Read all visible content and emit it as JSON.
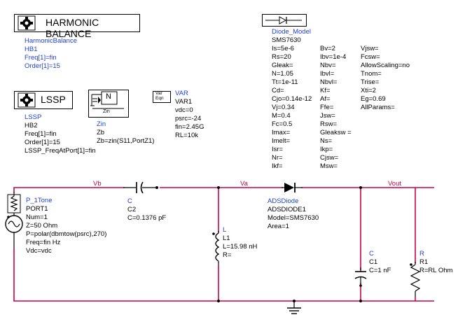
{
  "hb": {
    "title": "HARMONIC BALANCE",
    "name": "HarmonicBalance",
    "lines": [
      "HB1",
      "Freq[1]=fin",
      "Order[1]=15"
    ]
  },
  "lssp": {
    "title": "LSSP",
    "name": "LSSP",
    "lines": [
      "HB2",
      "Freq[1]=fin",
      "Order[1]=15",
      "LSSP_FreqAtPort[1]=fin"
    ]
  },
  "zin": {
    "icon_letter": "N",
    "icon_label": "Zin",
    "name": "Zin",
    "lines": [
      "Zb",
      "Zb=zin(S11,PortZ1)"
    ]
  },
  "var": {
    "icon_top": "Var",
    "icon_bot": "Eqn",
    "name": "VAR",
    "lines": [
      "VAR1",
      "vdc=0",
      "psrc=-24",
      "fin=2.45G",
      "RL=10k"
    ]
  },
  "diode_model": {
    "name": "Diode_Model",
    "col1": [
      "SMS7630",
      "Is=5e-6",
      "Rs=20",
      "Gleak=",
      "N=1.05",
      "Tt=1e-11",
      "Cd=",
      "Cjo=0.14e-12",
      "Vj=0.34",
      "M=0.4",
      "Fc=0.5",
      "Imax=",
      "Imelt=",
      "Isr=",
      "Nr=",
      "Ikf="
    ],
    "col2": [
      "Bv=2",
      "Ibv=1e-4",
      "Nbv=",
      "Ibvl=",
      "Nbvl=",
      "Kf=",
      "Af=",
      "Ffe=",
      "Jsw=",
      "Rsw=",
      "Gleaksw =",
      "Ns=",
      "Ikp=",
      "Cjsw=",
      "Msw="
    ],
    "col3": [
      "Vjsw=",
      "Fcsw=",
      "AllowScaling=no",
      "Tnom=",
      "Trise=",
      "Xti=2",
      "Eg=0.69",
      "AllParams="
    ]
  },
  "nets": {
    "vb": "Vb",
    "va": "Va",
    "vout": "Vout"
  },
  "port": {
    "name": "P_1Tone",
    "lines": [
      "PORT1",
      "Num=1",
      "Z=50 Ohm",
      "P=polar(dbmtow(psrc),270)",
      "Freq=fin Hz",
      "Vdc=vdc"
    ]
  },
  "c2": {
    "name": "C",
    "lines": [
      "C2",
      "C=0.1376 pF"
    ]
  },
  "l1": {
    "name": "L",
    "lines": [
      "L1",
      "L=15.98 nH",
      "R="
    ]
  },
  "diode": {
    "name": "ADSDiode",
    "lines": [
      "ADSDIODE1",
      "Model=SMS7630",
      "Area=1"
    ]
  },
  "c1": {
    "name": "C",
    "lines": [
      "C1",
      "C=1 nF"
    ]
  },
  "r1": {
    "name": "R",
    "lines": [
      "R1",
      "R=RL Ohm"
    ]
  }
}
